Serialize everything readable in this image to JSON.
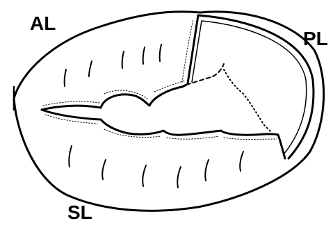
{
  "labels": {
    "al": "AL",
    "pl": "PL",
    "sl": "SL"
  },
  "colors": {
    "ink": "#000000",
    "background": "#ffffff"
  }
}
